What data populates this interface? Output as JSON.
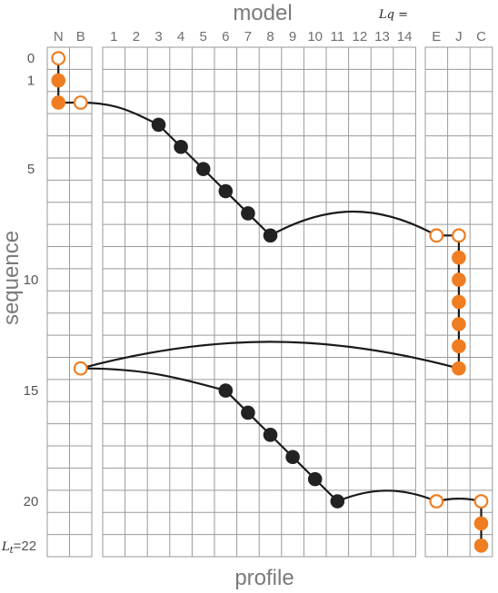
{
  "title": "model",
  "footer": "profile",
  "ylabel": "sequence",
  "lq_label": "Lq =",
  "lt_label": "L",
  "lt_sub": "t",
  "lt_value": "=22",
  "colors": {
    "grid": "#9a9a9a",
    "path": "#1a1a1a",
    "match_fill": "#222222",
    "special_fill": "#ef7d22",
    "special_stroke": "#ef7d22"
  },
  "columns": {
    "left": [
      "N",
      "B"
    ],
    "model": [
      "1",
      "2",
      "3",
      "4",
      "5",
      "6",
      "7",
      "8",
      "9",
      "10",
      "11",
      "12",
      "13",
      "14"
    ],
    "right": [
      "E",
      "J",
      "C"
    ]
  },
  "row_labels": [
    {
      "row": 0,
      "text": "0"
    },
    {
      "row": 1,
      "text": "1"
    },
    {
      "row": 5,
      "text": "5"
    },
    {
      "row": 10,
      "text": "10"
    },
    {
      "row": 15,
      "text": "15"
    },
    {
      "row": 20,
      "text": "20"
    }
  ],
  "nodes": [
    {
      "col": "N",
      "row": 0,
      "type": "special-empty"
    },
    {
      "col": "N",
      "row": 1,
      "type": "special-filled"
    },
    {
      "col": "N",
      "row": 2,
      "type": "special-filled"
    },
    {
      "col": "B",
      "row": 2,
      "type": "special-empty"
    },
    {
      "col": "3",
      "row": 3,
      "type": "match"
    },
    {
      "col": "4",
      "row": 4,
      "type": "match"
    },
    {
      "col": "5",
      "row": 5,
      "type": "match"
    },
    {
      "col": "6",
      "row": 6,
      "type": "match"
    },
    {
      "col": "7",
      "row": 7,
      "type": "match"
    },
    {
      "col": "8",
      "row": 8,
      "type": "match"
    },
    {
      "col": "E",
      "row": 8,
      "type": "special-empty"
    },
    {
      "col": "J",
      "row": 8,
      "type": "special-empty"
    },
    {
      "col": "J",
      "row": 9,
      "type": "special-filled"
    },
    {
      "col": "J",
      "row": 10,
      "type": "special-filled"
    },
    {
      "col": "J",
      "row": 11,
      "type": "special-filled"
    },
    {
      "col": "J",
      "row": 12,
      "type": "special-filled"
    },
    {
      "col": "J",
      "row": 13,
      "type": "special-filled"
    },
    {
      "col": "J",
      "row": 14,
      "type": "special-filled"
    },
    {
      "col": "B",
      "row": 14,
      "type": "special-empty"
    },
    {
      "col": "6",
      "row": 15,
      "type": "match"
    },
    {
      "col": "7",
      "row": 16,
      "type": "match"
    },
    {
      "col": "8",
      "row": 17,
      "type": "match"
    },
    {
      "col": "9",
      "row": 18,
      "type": "match"
    },
    {
      "col": "10",
      "row": 19,
      "type": "match"
    },
    {
      "col": "11",
      "row": 20,
      "type": "match"
    },
    {
      "col": "E",
      "row": 20,
      "type": "special-empty"
    },
    {
      "col": "C",
      "row": 20,
      "type": "special-empty"
    },
    {
      "col": "C",
      "row": 21,
      "type": "special-filled"
    },
    {
      "col": "C",
      "row": 22,
      "type": "special-filled"
    }
  ],
  "edges": [
    {
      "from": [
        "N",
        0
      ],
      "to": [
        "N",
        1
      ],
      "kind": "straight"
    },
    {
      "from": [
        "N",
        1
      ],
      "to": [
        "N",
        2
      ],
      "kind": "straight"
    },
    {
      "from": [
        "N",
        2
      ],
      "to": [
        "B",
        2
      ],
      "kind": "straight"
    },
    {
      "from": [
        "B",
        2
      ],
      "to": [
        "3",
        3
      ],
      "kind": "curve",
      "bend": -0.5
    },
    {
      "from": [
        "3",
        3
      ],
      "to": [
        "4",
        4
      ],
      "kind": "straight"
    },
    {
      "from": [
        "4",
        4
      ],
      "to": [
        "5",
        5
      ],
      "kind": "straight"
    },
    {
      "from": [
        "5",
        5
      ],
      "to": [
        "6",
        6
      ],
      "kind": "straight"
    },
    {
      "from": [
        "6",
        6
      ],
      "to": [
        "7",
        7
      ],
      "kind": "straight"
    },
    {
      "from": [
        "7",
        7
      ],
      "to": [
        "8",
        8
      ],
      "kind": "straight"
    },
    {
      "from": [
        "8",
        8
      ],
      "to": [
        "E",
        8
      ],
      "kind": "arc",
      "lift": 0.9
    },
    {
      "from": [
        "E",
        8
      ],
      "to": [
        "J",
        8
      ],
      "kind": "straight"
    },
    {
      "from": [
        "J",
        8
      ],
      "to": [
        "J",
        9
      ],
      "kind": "straight"
    },
    {
      "from": [
        "J",
        9
      ],
      "to": [
        "J",
        10
      ],
      "kind": "straight"
    },
    {
      "from": [
        "J",
        10
      ],
      "to": [
        "J",
        11
      ],
      "kind": "straight"
    },
    {
      "from": [
        "J",
        11
      ],
      "to": [
        "J",
        12
      ],
      "kind": "straight"
    },
    {
      "from": [
        "J",
        12
      ],
      "to": [
        "J",
        13
      ],
      "kind": "straight"
    },
    {
      "from": [
        "J",
        13
      ],
      "to": [
        "J",
        14
      ],
      "kind": "straight"
    },
    {
      "from": [
        "J",
        14
      ],
      "to": [
        "B",
        14
      ],
      "kind": "arc",
      "lift": 1.0
    },
    {
      "from": [
        "B",
        14
      ],
      "to": [
        "6",
        15
      ],
      "kind": "curve",
      "bend": -0.5
    },
    {
      "from": [
        "6",
        15
      ],
      "to": [
        "7",
        16
      ],
      "kind": "straight"
    },
    {
      "from": [
        "7",
        16
      ],
      "to": [
        "8",
        17
      ],
      "kind": "straight"
    },
    {
      "from": [
        "8",
        17
      ],
      "to": [
        "9",
        18
      ],
      "kind": "straight"
    },
    {
      "from": [
        "9",
        18
      ],
      "to": [
        "10",
        19
      ],
      "kind": "straight"
    },
    {
      "from": [
        "10",
        19
      ],
      "to": [
        "11",
        20
      ],
      "kind": "straight"
    },
    {
      "from": [
        "11",
        20
      ],
      "to": [
        "E",
        20
      ],
      "kind": "arc",
      "lift": 0.4
    },
    {
      "from": [
        "E",
        20
      ],
      "to": [
        "C",
        20
      ],
      "kind": "arc",
      "lift": 0.1
    },
    {
      "from": [
        "C",
        20
      ],
      "to": [
        "C",
        21
      ],
      "kind": "straight"
    },
    {
      "from": [
        "C",
        21
      ],
      "to": [
        "C",
        22
      ],
      "kind": "straight"
    }
  ]
}
